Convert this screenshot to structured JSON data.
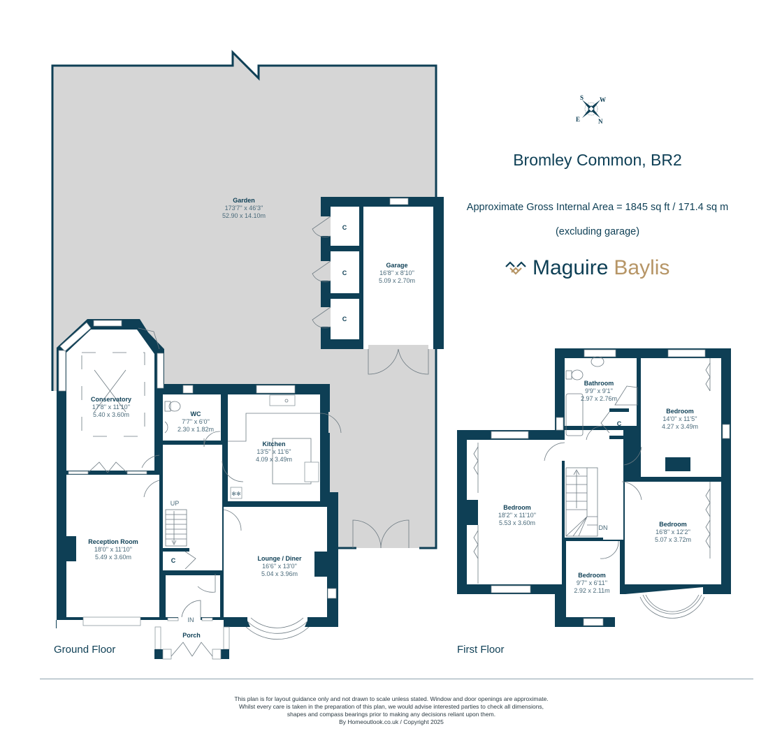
{
  "property": {
    "title": "Bromley Common, BR2",
    "area_text": "Approximate Gross Internal Area = 1845 sq ft / 171.4 sq m",
    "area_note": "(excluding garage)"
  },
  "brand": {
    "name_part1": "Maguire",
    "name_part2": "Baylis",
    "primary_color": "#0e3f55",
    "accent_color": "#b69566",
    "logo_icon": "diamond-logo-icon"
  },
  "compass": {
    "icon": "compass-icon",
    "labels": {
      "top_left": "S",
      "top_right": "W",
      "bottom_left": "E",
      "bottom_right": "N"
    }
  },
  "colors": {
    "wall": "#0e3f55",
    "garden": "#d6d6d6",
    "room": "#ffffff"
  },
  "ground_floor": {
    "label": "Ground Floor",
    "rooms": {
      "garden": {
        "name": "Garden",
        "imperial": "173'7'' x 46'3''",
        "metric": "52.90 x 14.10m"
      },
      "garage": {
        "name": "Garage",
        "imperial": "16'8'' x 8'10''",
        "metric": "5.09 x 2.70m"
      },
      "conservatory": {
        "name": "Conservatory",
        "imperial": "17'8'' x 11'10''",
        "metric": "5.40 x 3.60m"
      },
      "wc": {
        "name": "WC",
        "imperial": "7'7'' x 6'0''",
        "metric": "2.30 x 1.82m"
      },
      "kitchen": {
        "name": "Kitchen",
        "imperial": "13'5'' x 11'6''",
        "metric": "4.09 x 3.49m"
      },
      "reception": {
        "name": "Reception Room",
        "imperial": "18'0'' x 11'10''",
        "metric": "5.49 x 3.60m"
      },
      "lounge": {
        "name": "Lounge / Diner",
        "imperial": "16'6'' x 13'0''",
        "metric": "5.04 x 3.96m"
      },
      "porch": {
        "name": "Porch"
      }
    },
    "cupboard_label": "C",
    "stairs_label": "UP",
    "entrance_label": "IN"
  },
  "first_floor": {
    "label": "First Floor",
    "rooms": {
      "bathroom": {
        "name": "Bathroom",
        "imperial": "9'9'' x 9'1''",
        "metric": "2.97 x 2.76m"
      },
      "bedroom_rear_right": {
        "name": "Bedroom",
        "imperial": "14'0'' x 11'5''",
        "metric": "4.27 x 3.49m"
      },
      "bedroom_left": {
        "name": "Bedroom",
        "imperial": "18'2'' x 11'10''",
        "metric": "5.53 x 3.60m"
      },
      "bedroom_front_right": {
        "name": "Bedroom",
        "imperial": "16'8'' x 12'2''",
        "metric": "5.07 x 3.72m"
      },
      "bedroom_small": {
        "name": "Bedroom",
        "imperial": "9'7'' x 6'11''",
        "metric": "2.92 x 2.11m"
      }
    },
    "cupboard_label": "C",
    "stairs_label": "DN"
  },
  "disclaimer": {
    "line1": "This plan is for layout guidance only and not drawn to scale unless stated. Window and door openings are approximate.",
    "line2": "Whilst every care is taken in the preparation of this plan, we would advise interested parties to check all dimensions,",
    "line3": "shapes and compass bearings prior to making any decisions reliant upon them.",
    "line4": "By Homeoutlook.co.uk / Copyright 2025"
  }
}
